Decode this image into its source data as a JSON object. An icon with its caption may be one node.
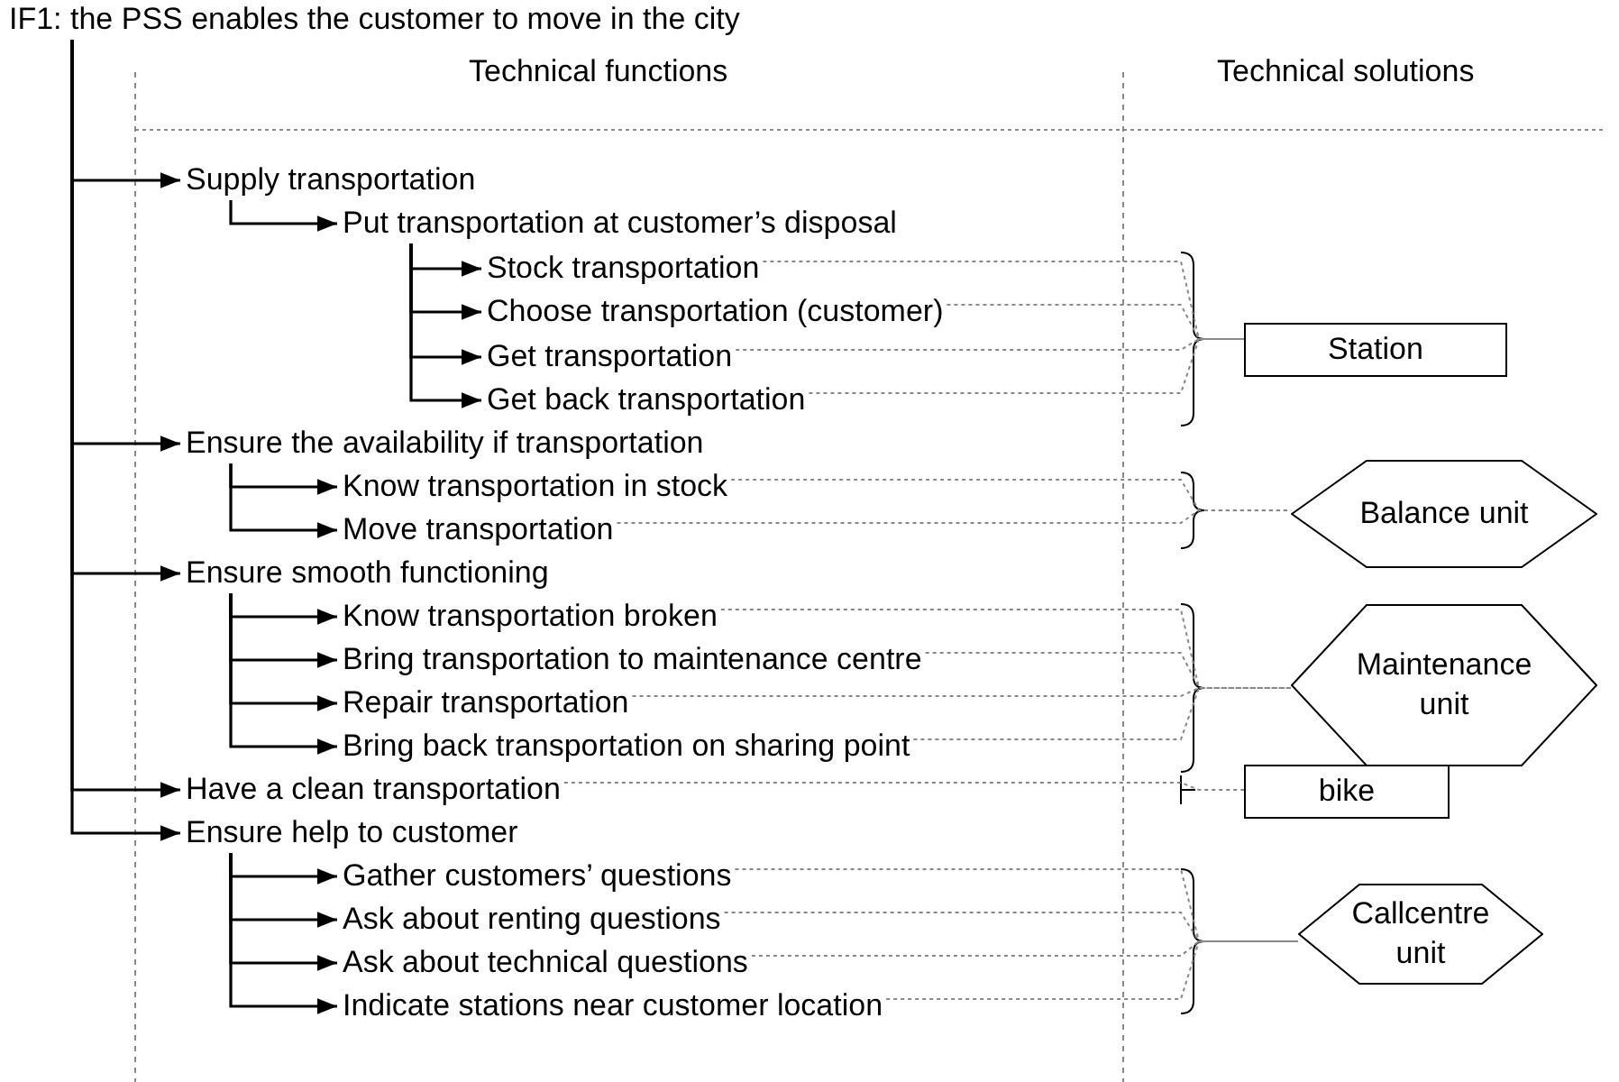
{
  "diagram": {
    "nodes": [
      {
        "text": [
          "IF1: the PSS enables the customer to move in the city"
        ]
      },
      {
        "text": [
          "Supply transportation"
        ]
      },
      {
        "text": [
          "Put transportation at customer’s disposal"
        ]
      },
      {
        "text": [
          "Stock transportation"
        ]
      },
      {
        "text": [
          "Choose transportation (customer)"
        ]
      },
      {
        "text": [
          "Get transportation"
        ]
      },
      {
        "text": [
          "Get back transportation"
        ]
      },
      {
        "text": [
          "Ensure the availability if transportation"
        ]
      },
      {
        "text": [
          "Know transportation in stock"
        ]
      },
      {
        "text": [
          "Move transportation"
        ]
      },
      {
        "text": [
          "Ensure smooth functioning"
        ]
      },
      {
        "text": [
          "Know transportation broken"
        ]
      },
      {
        "text": [
          "Bring transportation to maintenance centre"
        ]
      },
      {
        "text": [
          "Repair transportation"
        ]
      },
      {
        "text": [
          "Bring back transportation on sharing point"
        ]
      },
      {
        "text": [
          "Have a clean transportation"
        ]
      },
      {
        "text": [
          "Ensure help to customer"
        ]
      },
      {
        "text": [
          "Gather customers’ questions"
        ]
      },
      {
        "text": [
          "Ask about renting questions"
        ]
      },
      {
        "text": [
          "Ask about technical questions"
        ]
      },
      {
        "text": [
          "Indicate stations near customer location"
        ]
      },
      {
        "text": [
          "Station"
        ]
      },
      {
        "text": [
          "Balance unit"
        ]
      },
      {
        "text": [
          "Maintenance unit"
        ]
      },
      {
        "text": [
          "bike"
        ]
      },
      {
        "text": [
          "Callcentre unit"
        ]
      }
    ],
    "edges": [
      {
        "from": 0,
        "to": 1,
        "arrow": "to"
      },
      {
        "from": 1,
        "to": 2,
        "arrow": "to"
      },
      {
        "from": 2,
        "to": 3,
        "arrow": "to"
      },
      {
        "from": 2,
        "to": 4,
        "arrow": "to"
      },
      {
        "from": 2,
        "to": 5,
        "arrow": "to"
      },
      {
        "from": 2,
        "to": 6,
        "arrow": "to"
      },
      {
        "from": 0,
        "to": 7,
        "arrow": "to"
      },
      {
        "from": 7,
        "to": 8,
        "arrow": "to"
      },
      {
        "from": 7,
        "to": 9,
        "arrow": "to"
      },
      {
        "from": 0,
        "to": 10,
        "arrow": "to"
      },
      {
        "from": 10,
        "to": 11,
        "arrow": "to"
      },
      {
        "from": 10,
        "to": 12,
        "arrow": "to"
      },
      {
        "from": 10,
        "to": 13,
        "arrow": "to"
      },
      {
        "from": 10,
        "to": 14,
        "arrow": "to"
      },
      {
        "from": 0,
        "to": 15,
        "arrow": "to"
      },
      {
        "from": 0,
        "to": 16,
        "arrow": "to"
      },
      {
        "from": 16,
        "to": 17,
        "arrow": "to"
      },
      {
        "from": 16,
        "to": 18,
        "arrow": "to"
      },
      {
        "from": 16,
        "to": 19,
        "arrow": "to"
      },
      {
        "from": 16,
        "to": 20,
        "arrow": "to"
      },
      {
        "from": 3,
        "to": 21,
        "arrow": "none",
        "style": "dashed",
        "color": "#888888"
      },
      {
        "from": 4,
        "to": 21,
        "arrow": "none",
        "style": "dashed",
        "color": "#888888"
      },
      {
        "from": 5,
        "to": 21,
        "arrow": "none",
        "style": "dashed",
        "color": "#888888"
      },
      {
        "from": 6,
        "to": 21,
        "arrow": "none",
        "style": "dashed",
        "color": "#888888"
      },
      {
        "from": 8,
        "to": 22,
        "arrow": "none",
        "style": "dashed",
        "color": "#888888"
      },
      {
        "from": 9,
        "to": 22,
        "arrow": "none",
        "style": "dashed",
        "color": "#888888"
      },
      {
        "from": 11,
        "to": 23,
        "arrow": "none",
        "style": "dashed",
        "color": "#888888"
      },
      {
        "from": 12,
        "to": 23,
        "arrow": "none",
        "style": "dashed",
        "color": "#888888"
      },
      {
        "from": 13,
        "to": 23,
        "arrow": "none",
        "style": "dashed",
        "color": "#888888"
      },
      {
        "from": 14,
        "to": 23,
        "arrow": "none",
        "style": "dashed",
        "color": "#888888"
      },
      {
        "from": 15,
        "to": 24,
        "arrow": "none",
        "style": "dashed",
        "color": "#888888"
      },
      {
        "from": 17,
        "to": 25,
        "arrow": "none",
        "style": "dashed",
        "color": "#888888"
      },
      {
        "from": 18,
        "to": 25,
        "arrow": "none",
        "style": "dashed",
        "color": "#888888"
      },
      {
        "from": 19,
        "to": 25,
        "arrow": "none",
        "style": "dashed",
        "color": "#888888"
      },
      {
        "from": 20,
        "to": 25,
        "arrow": "none",
        "style": "dashed",
        "color": "#888888"
      }
    ],
    "labels": [
      "Technical functions",
      "Technical solutions"
    ]
  }
}
